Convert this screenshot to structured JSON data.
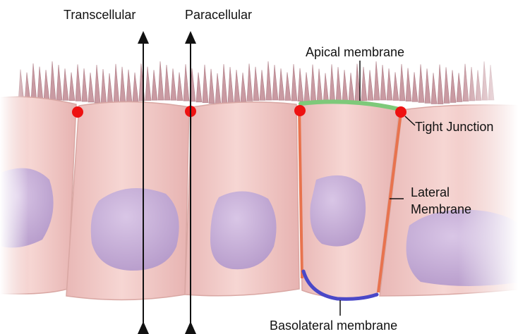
{
  "labels": {
    "transcellular": "Transcellular",
    "paracellular": "Paracellular",
    "apical_membrane": "Apical membrane",
    "tight_junction": "Tight Junction",
    "lateral_membrane_line1": "Lateral",
    "lateral_membrane_line2": "Membrane",
    "basolateral_membrane": "Basolateral membrane"
  },
  "colors": {
    "cell_body": "#f2c9c6",
    "cell_edge": "#d9a7a3",
    "nucleus": "#c8b1d6",
    "microvilli": "#c99aa2",
    "tight_junction_dot": "#ee1111",
    "apical_membrane": "#7ec97a",
    "lateral_membrane": "#e8734e",
    "basolateral_membrane": "#4a48c8",
    "arrow": "#111111"
  }
}
